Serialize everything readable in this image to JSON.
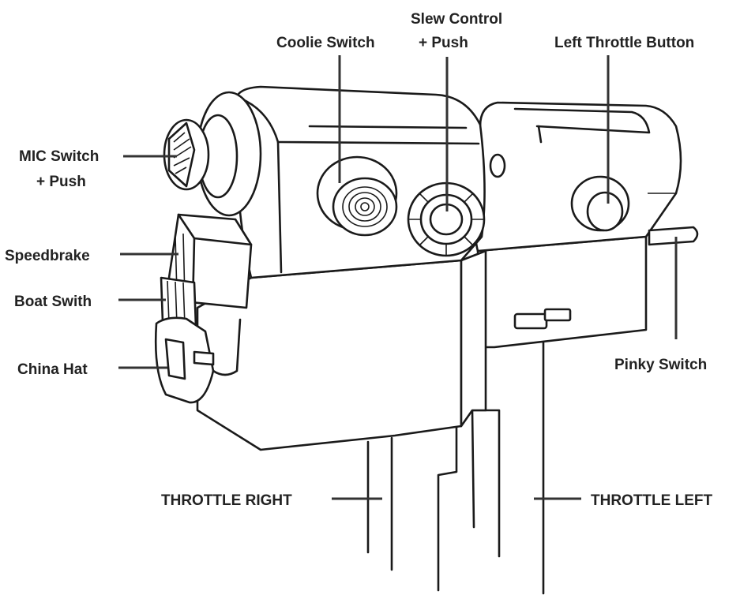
{
  "labels": {
    "coolie_switch": "Coolie Switch",
    "slew_control_line1": "Slew Control",
    "slew_control_line2": "+ Push",
    "left_throttle_button": "Left Throttle Button",
    "mic_switch_line1": "MIC Switch",
    "mic_switch_line2": "+ Push",
    "speedbrake": "Speedbrake",
    "boat_switch": "Boat Swith",
    "china_hat": "China Hat",
    "pinky_switch": "Pinky Switch",
    "throttle_right": "THROTTLE RIGHT",
    "throttle_left": "THROTTLE LEFT"
  },
  "colors": {
    "ink": "#1a1a1a",
    "label": "#222222",
    "background": "#ffffff"
  }
}
